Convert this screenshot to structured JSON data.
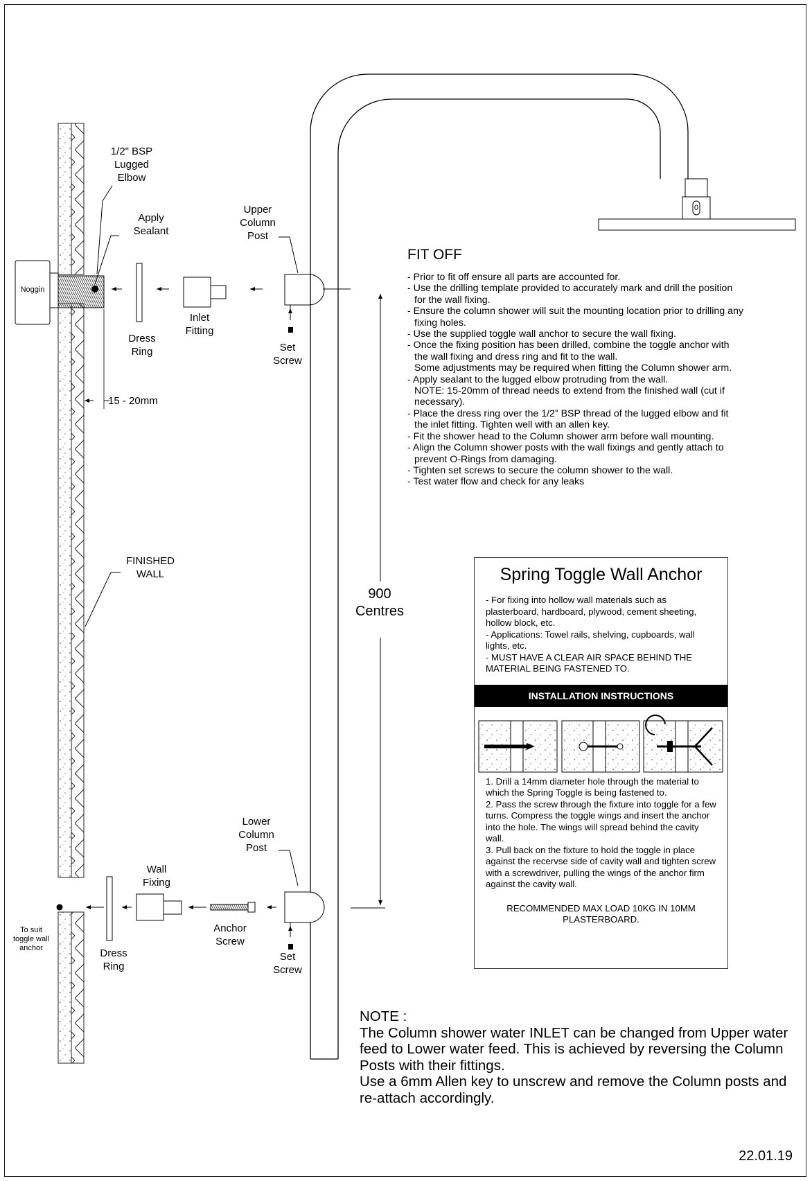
{
  "labels": {
    "bsp_elbow": "1/2\" BSP\nLugged\nElbow",
    "apply_sealant": "Apply\nSealant",
    "upper_column_post": "Upper\nColumn\nPost",
    "noggin": "Noggin",
    "inlet_fitting": "Inlet\nFitting",
    "dress_ring_upper": "Dress\nRing",
    "set_screw_upper": "Set\nScrew",
    "thread_length": "15 - 20mm",
    "finished_wall": "FINISHED\nWALL",
    "centres": "900\nCentres",
    "lower_column_post": "Lower\nColumn\nPost",
    "wall_fixing": "Wall\nFixing",
    "anchor_screw": "Anchor\nScrew",
    "to_suit_toggle": "To suit\ntoggle wall\nanchor",
    "dress_ring_lower": "Dress\nRing",
    "set_screw_lower": "Set\nScrew",
    "head_connector": "0"
  },
  "fit_off": {
    "title": "FIT OFF",
    "items": [
      "- Prior to fit off ensure all parts are accounted for.",
      "- Use the drilling template provided to accurately mark and drill the position\nfor the wall fixing.",
      "- Ensure the column shower will suit the mounting location prior to drilling any\nfixing holes.",
      "- Use the supplied toggle wall anchor to secure the wall fixing.",
      "- Once the fixing position has been drilled, combine the toggle anchor with\nthe wall fixing and dress ring and fit to the wall.\nSome adjustments may be required when fitting the Column shower arm.",
      "- Apply sealant to the lugged elbow protruding from the wall.\nNOTE: 15-20mm of thread needs to extend from the finished wall (cut if\nnecessary).",
      "- Place the dress ring over the 1/2” BSP thread of the lugged elbow and fit\nthe inlet fitting. Tighten well with an allen key.",
      "- Fit the shower head to the Column shower arm before wall mounting.",
      "- Align the Column shower posts with the wall fixings and gently attach to\nprevent O-Rings from damaging.",
      "- Tighten set screws to secure the column shower to the wall.",
      "- Test water flow and check for any leaks"
    ]
  },
  "anchor": {
    "title": "Spring Toggle Wall Anchor",
    "intro": [
      "- For fixing into hollow wall materials such as plasterboard, hardboard, plywood, cement sheeting, hollow block, etc.",
      "- Applications: Towel rails, shelving, cupboards, wall lights, etc.",
      "- MUST HAVE A CLEAR AIR SPACE BEHIND THE MATERIAL BEING FASTENED TO."
    ],
    "bar": "INSTALLATION INSTRUCTIONS",
    "steps": [
      "1. Drill a 14mm diameter hole through the material to which the Spring Toggle is being fastened to.",
      "2. Pass the screw through the fixture into toggle for a few turns. Compress the toggle wings and insert the anchor into the hole. The wings will spread behind the cavity wall.",
      "3. Pull back on the fixture to hold the toggle in place against the recervse side of cavity wall and tighten screw with a screwdriver, pulling the wings of the anchor firm against the cavity wall."
    ],
    "recommended": "RECOMMENDED MAX LOAD 10KG IN 10MM PLASTERBOARD."
  },
  "note": {
    "heading": "NOTE :",
    "lines": [
      "The Column shower water INLET can be changed from Upper water feed to Lower water feed. This is achieved by reversing the Column Posts with their fittings.",
      "Use a 6mm Allen key to unscrew and remove the Column posts and re-attach accordingly."
    ]
  },
  "date": "22.01.19"
}
